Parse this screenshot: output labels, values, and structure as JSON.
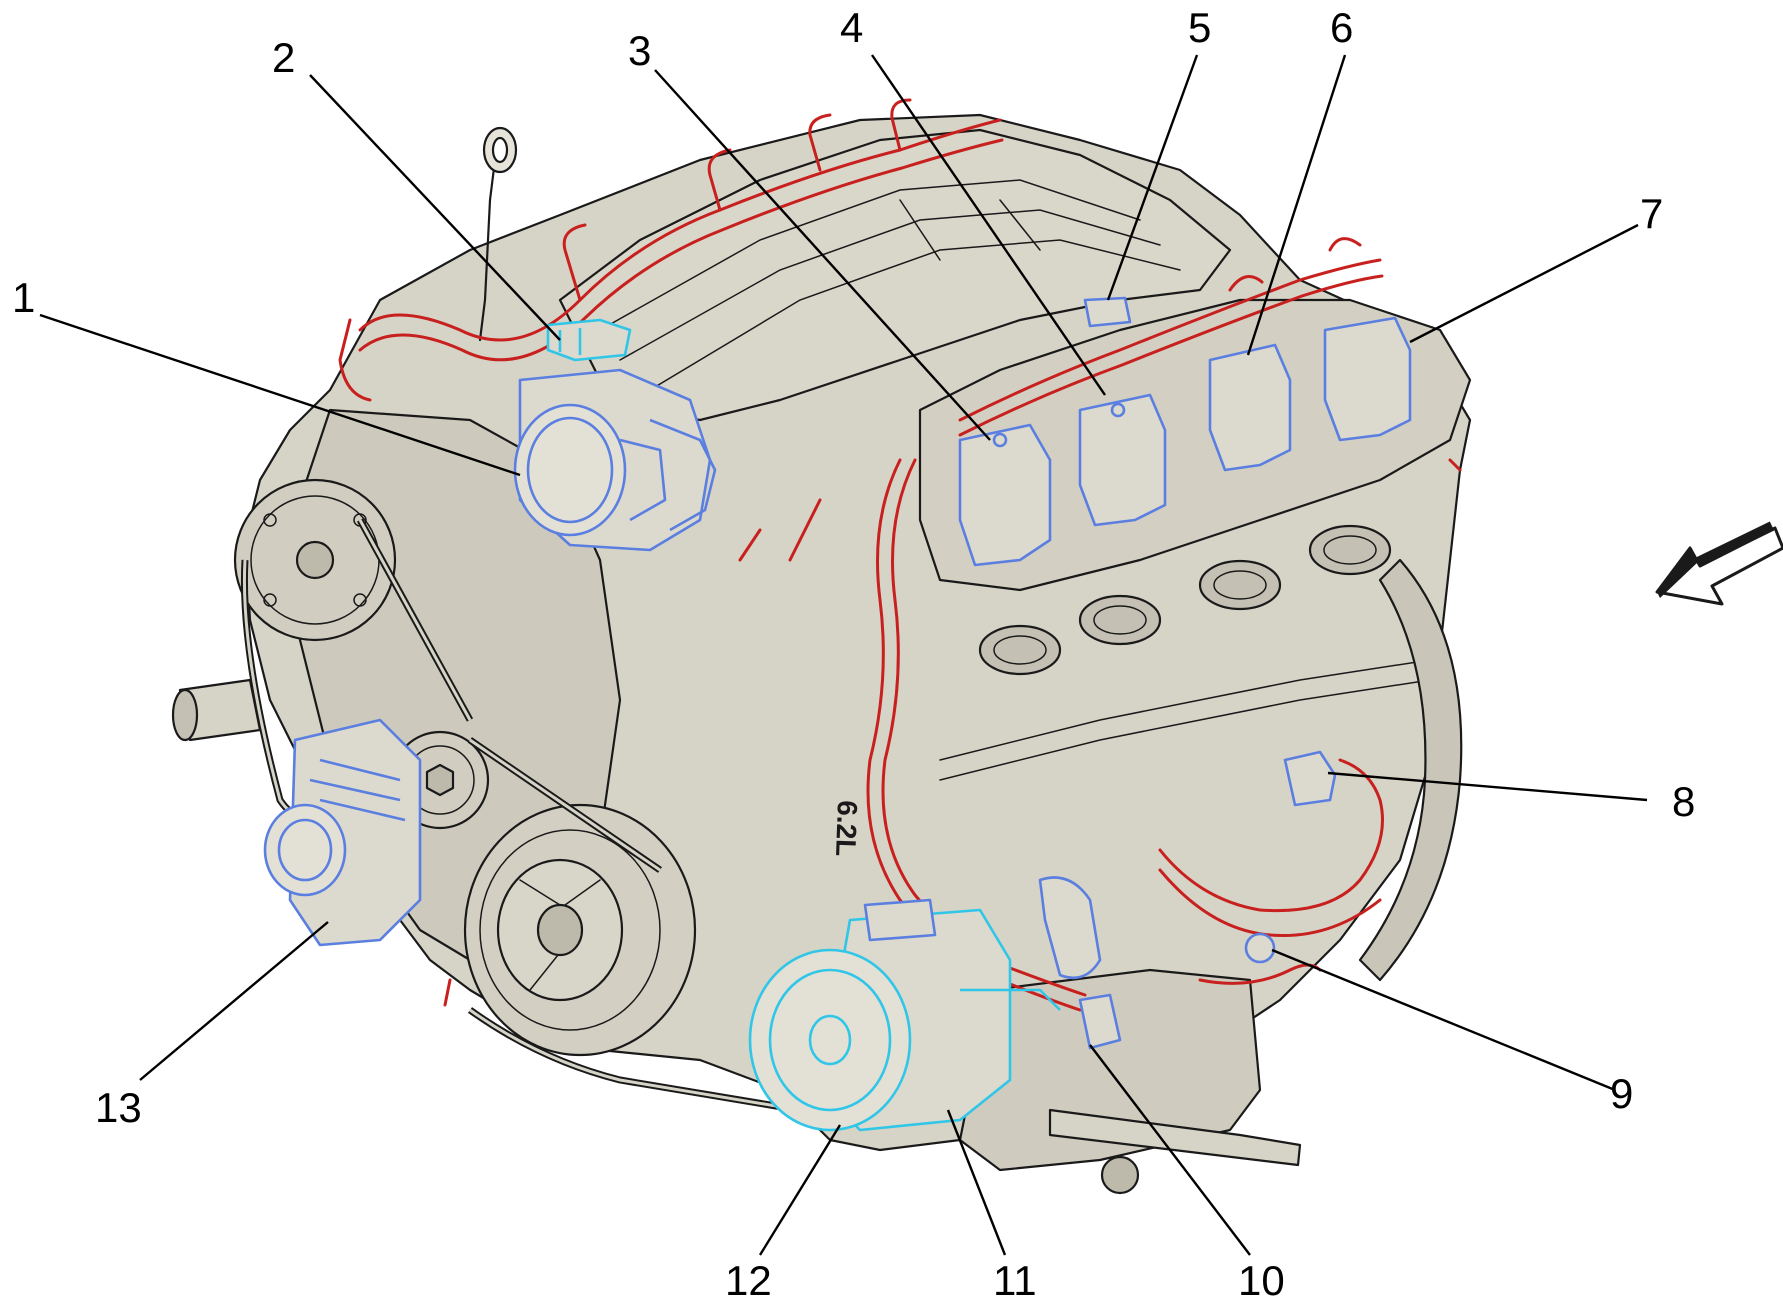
{
  "figure": {
    "colors": {
      "engine_fill": "#d6d3c7",
      "engine_shade": "#c6c3b6",
      "outline": "#1a1a1a",
      "harness": "#c8201e",
      "component_blue": "#5b7fe0",
      "component_cyan": "#2fc6e8",
      "label_text": "#000000"
    },
    "engine_badge": "6.2L",
    "callouts": [
      {
        "num": "1"
      },
      {
        "num": "2"
      },
      {
        "num": "3"
      },
      {
        "num": "4"
      },
      {
        "num": "5"
      },
      {
        "num": "6"
      },
      {
        "num": "7"
      },
      {
        "num": "8"
      },
      {
        "num": "9"
      },
      {
        "num": "10"
      },
      {
        "num": "11"
      },
      {
        "num": "12"
      },
      {
        "num": "13"
      }
    ],
    "view_arrow_icon": "view-direction-arrow-icon"
  }
}
